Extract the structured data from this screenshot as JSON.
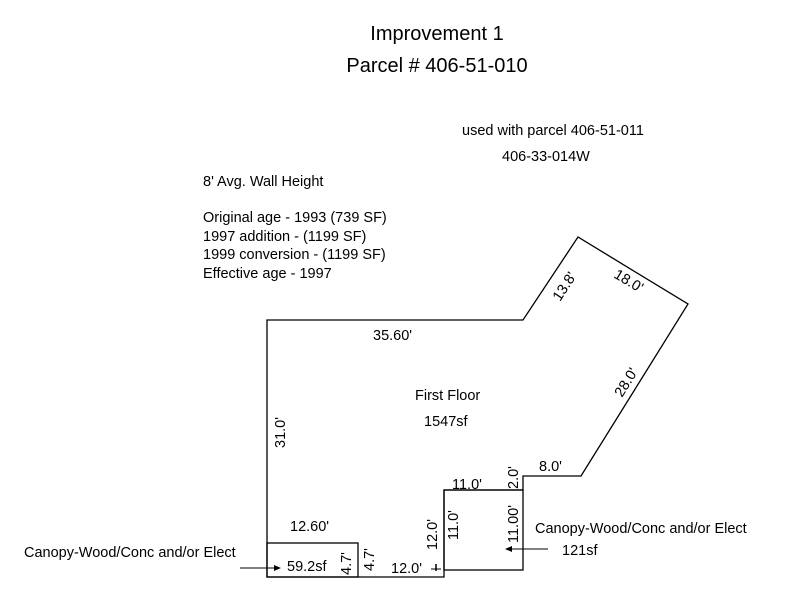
{
  "title": {
    "line1": "Improvement 1",
    "line2": "Parcel # 406-51-010"
  },
  "notes_right": {
    "line1": "used with parcel 406-51-011",
    "line2": "406-33-014W"
  },
  "notes_left": {
    "wall_height": "8' Avg. Wall Height",
    "lines": [
      "Original age - 1993 (739 SF)",
      "1997 addition - (1199 SF)",
      "1999 conversion - (1199 SF)",
      "Effective age - 1997"
    ]
  },
  "first_floor": {
    "label": "First Floor",
    "area": "1547sf",
    "dimensions": {
      "top": "35.60'",
      "diag_up": "13.8'",
      "diag_top": "18.0'",
      "diag_right": "28.0'",
      "bottom_right": "8.0'",
      "step": "2.0'",
      "inner_top": "11.0'",
      "inner_left": "12.0'",
      "bottom": "12.0'",
      "left": "31.0'",
      "small_right": "4.7'"
    }
  },
  "canopy_left": {
    "label": "Canopy-Wood/Conc and/or Elect",
    "area": "59.2sf",
    "width": "12.60'",
    "height": "4.7'"
  },
  "canopy_right": {
    "label": "Canopy-Wood/Conc and/or Elect",
    "area": "121sf",
    "width": "11.0'",
    "left": "11.0'",
    "right": "11.00'"
  }
}
